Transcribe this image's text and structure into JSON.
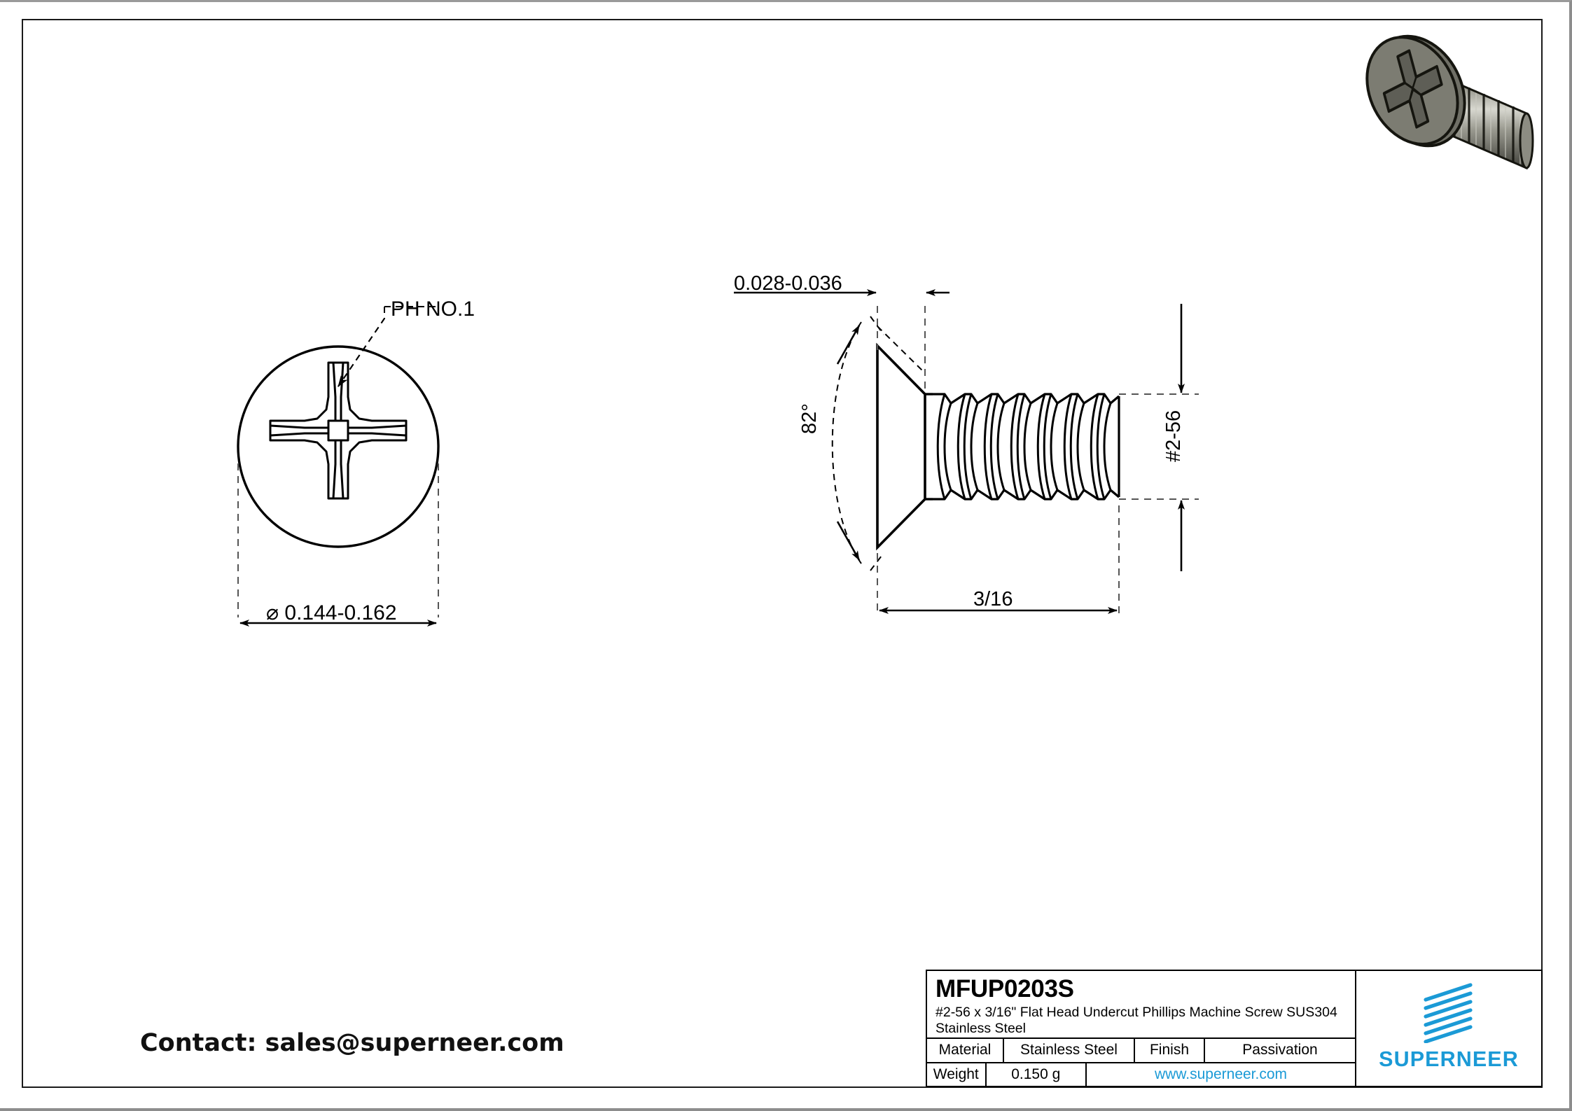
{
  "drawing": {
    "views": {
      "front": {
        "name": "front-view-circle",
        "callout_label": "PH NO.1",
        "diameter_label": "⌀  0.144-0.162"
      },
      "side": {
        "name": "side-view-screw",
        "head_thickness_label": "0.028-0.036",
        "head_angle_label": "82°",
        "thread_size_label": "#2-56",
        "length_label": "3/16"
      }
    },
    "isometric_preview": {
      "name": "screw-3d-render",
      "body_color": "#6e6e66",
      "head_color": "#7d7d74",
      "outline_color": "#111111"
    }
  },
  "contact": {
    "text": "Contact: sales@superneer.com"
  },
  "title_block": {
    "part_number": "MFUP0203S",
    "description": "#2-56 x 3/16\" Flat Head Undercut Phillips Machine Screw SUS304 Stainless Steel",
    "rows": [
      {
        "label": "Material",
        "value": "Stainless Steel",
        "label2": "Finish",
        "value2": "Passivation"
      },
      {
        "label": "Weight",
        "value": "0.150 g",
        "website": "www.superneer.com"
      }
    ],
    "brand": {
      "name": "SUPERNEER",
      "color": "#1b9ad6"
    }
  }
}
